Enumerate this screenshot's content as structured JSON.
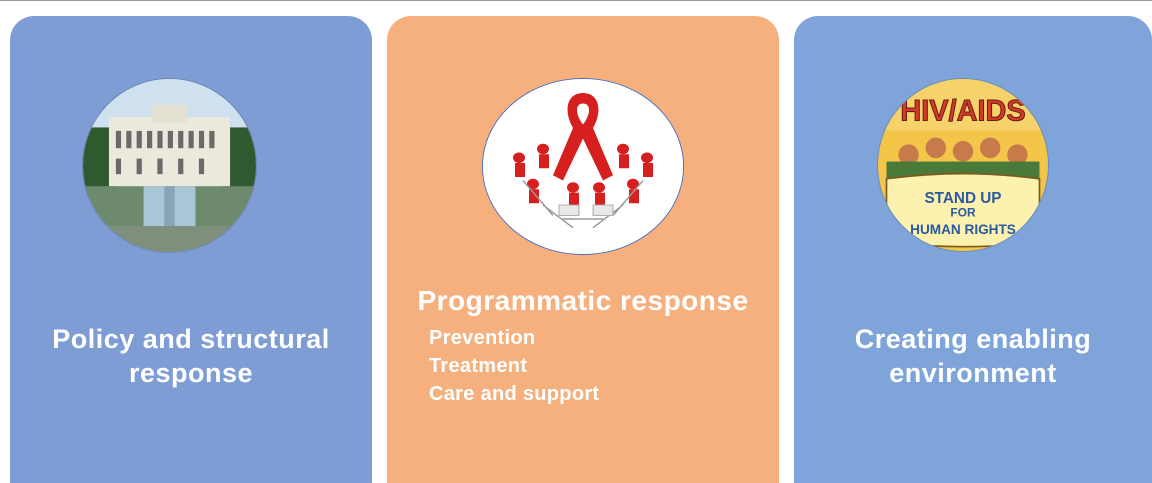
{
  "colors": {
    "panel_left": "#7e9dd5",
    "panel_middle": "#f6b07e",
    "panel_right": "#7ea4d9",
    "text": "#ffffff"
  },
  "panels": [
    {
      "image": "government-building-photo",
      "title_line1": "Policy and structural",
      "title_line2": "response"
    },
    {
      "image": "red-ribbon-people-circle",
      "title": "Programmatic response",
      "items": [
        "Prevention",
        "Treatment",
        "Care and support"
      ]
    },
    {
      "image": "hiv-aids-rights-cartoon",
      "image_text": [
        "HIV/AIDS",
        "STAND UP",
        "FOR",
        "HUMAN RIGHTS"
      ],
      "title_line1": "Creating enabling",
      "title_line2": "environment"
    }
  ]
}
